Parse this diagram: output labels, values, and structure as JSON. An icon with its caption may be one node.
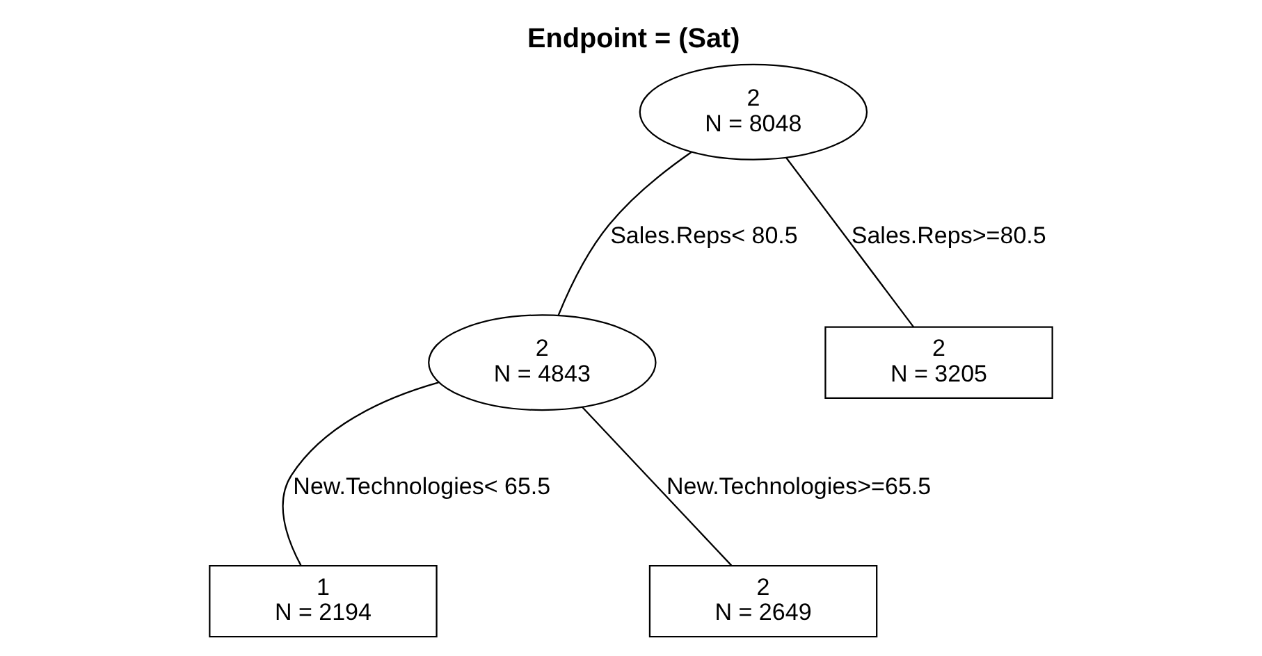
{
  "diagram": {
    "title": "Endpoint = (Sat)",
    "nodes": [
      {
        "text": [
          "2",
          "N = 8048"
        ]
      },
      {
        "text": [
          "2",
          "N = 4843"
        ]
      },
      {
        "text": [
          "2",
          "N = 3205"
        ]
      },
      {
        "text": [
          "1",
          "N = 2194"
        ]
      },
      {
        "text": [
          "2",
          "N = 2649"
        ]
      }
    ],
    "edges": [
      {
        "from": 0,
        "to": 1,
        "arrow": "none",
        "label": "Sales.Reps< 80.5"
      },
      {
        "from": 0,
        "to": 2,
        "arrow": "none",
        "label": "Sales.Reps>=80.5"
      },
      {
        "from": 1,
        "to": 3,
        "arrow": "none",
        "label": "New.Technologies< 65.5"
      },
      {
        "from": 1,
        "to": 4,
        "arrow": "none",
        "label": "New.Technologies>=65.5"
      }
    ]
  }
}
